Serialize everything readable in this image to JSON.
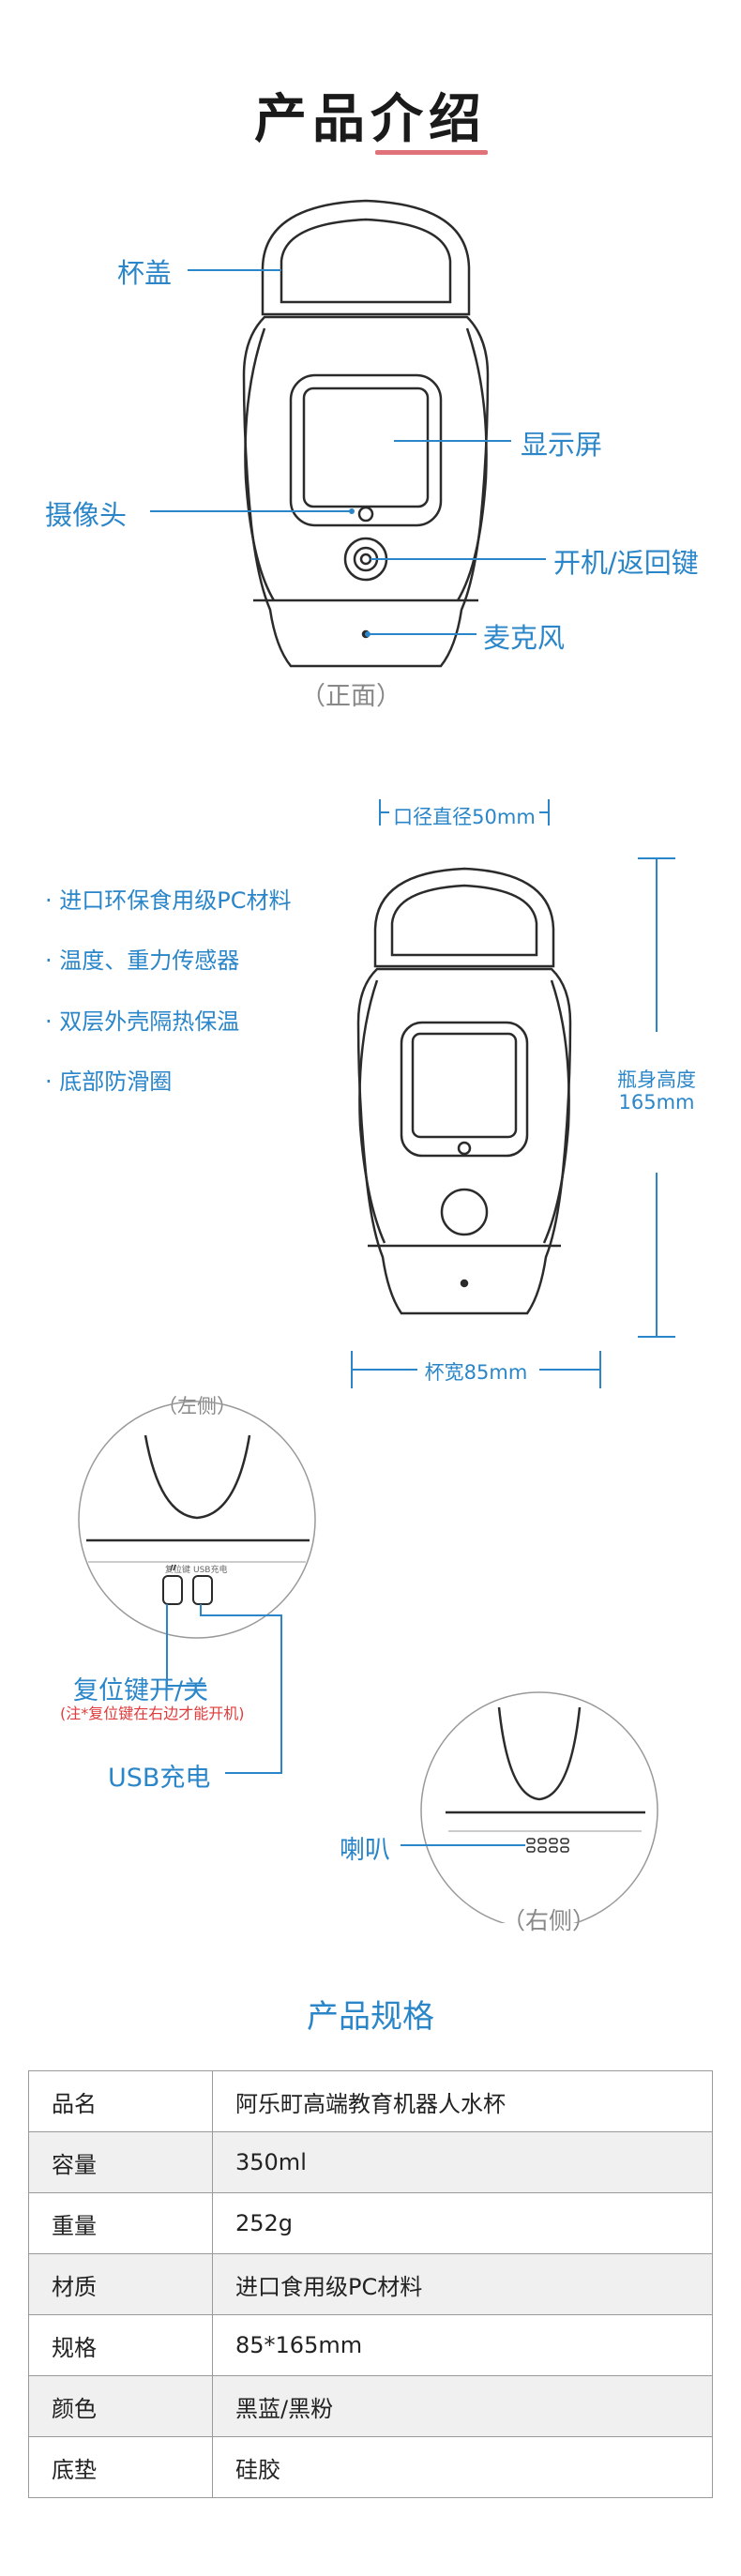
{
  "intro": {
    "title": "产品介绍",
    "labels": {
      "lid": "杯盖",
      "display": "显示屏",
      "camera": "摄像头",
      "power": "开机/返回键",
      "mic": "麦克风"
    },
    "front_caption": "（正面）"
  },
  "dimensions": {
    "mouth": "口径直径50mm",
    "height": "瓶身高度",
    "height_value": "165mm",
    "width": "杯宽85mm"
  },
  "features": [
    "· 进口环保食用级PC材料",
    "· 温度、重力传感器",
    "· 双层外壳隔热保温",
    "· 底部防滑圈"
  ],
  "side": {
    "left_caption": "（左侧）",
    "reset": "复位键开/关",
    "reset_note": "(注*复位键在右边才能开机)",
    "usb": "USB充电",
    "tiny_reset": "复位键",
    "tiny_usb": "USB充电",
    "speaker": "喇叭",
    "right_caption": "（右侧）"
  },
  "spec": {
    "title": "产品规格",
    "rows": [
      {
        "key": "品名",
        "value": "阿乐町高端教育机器人水杯"
      },
      {
        "key": "容量",
        "value": "350ml"
      },
      {
        "key": "重量",
        "value": "252g"
      },
      {
        "key": "材质",
        "value": "进口食用级PC材料"
      },
      {
        "key": "规格",
        "value": "85*165mm"
      },
      {
        "key": "颜色",
        "value": "黑蓝/黑粉"
      },
      {
        "key": "底垫",
        "value": "硅胶"
      }
    ]
  },
  "colors": {
    "accent": "#2a86c8",
    "underline": "#e0737a",
    "note": "#e23a3a"
  }
}
